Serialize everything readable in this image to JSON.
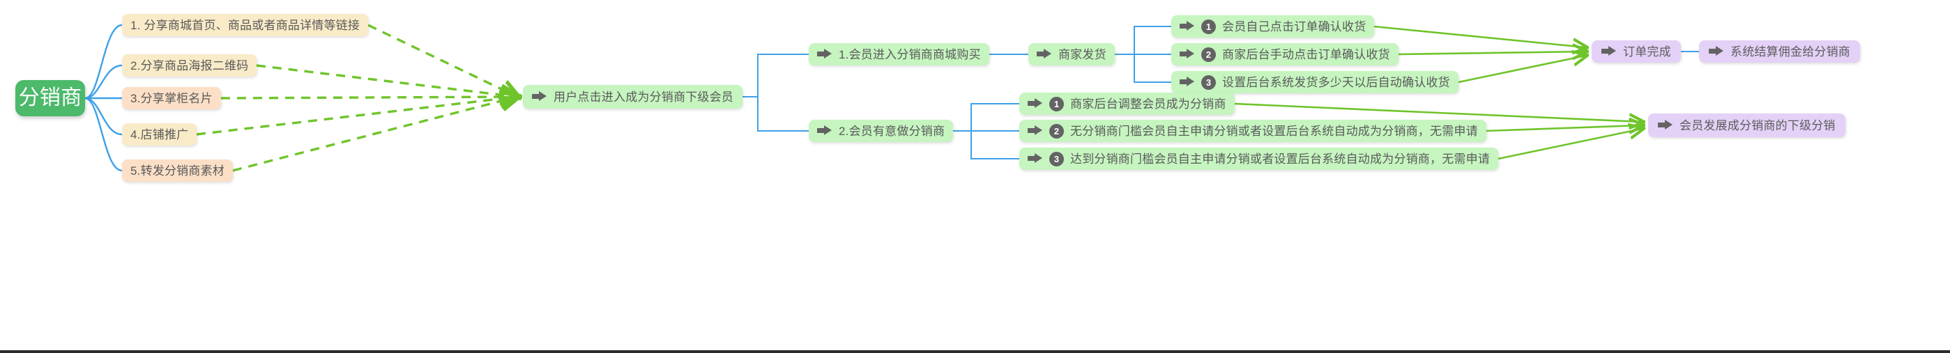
{
  "diagram": {
    "title_node": {
      "label": "分销商",
      "color": "#4CB96B"
    },
    "palette": {
      "root_green": "#4CB96B",
      "cream": "#FAEBC8",
      "peach": "#FBDFC6",
      "light_green": "#C6F5C0",
      "light_purple": "#E3D1F7",
      "blue_edge": "#3FA0E8",
      "green_edge": "#6FC42B",
      "text_gray": "#5a5a5a"
    },
    "share_methods": [
      {
        "id": 1,
        "label": "1. 分享商城首页、商品或者商品详情等链接",
        "style": "cream"
      },
      {
        "id": 2,
        "label": "2.分享商品海报二维码",
        "style": "cream"
      },
      {
        "id": 3,
        "label": "3.分享掌柜名片",
        "style": "peach"
      },
      {
        "id": 4,
        "label": "4.店铺推广",
        "style": "cream"
      },
      {
        "id": 5,
        "label": "5.转发分销商素材",
        "style": "peach"
      }
    ],
    "hub": {
      "label": "用户点击进入成为分销商下级会员",
      "style": "green"
    },
    "branches": [
      {
        "id": "b1",
        "label": "1.会员进入分销商商城购买",
        "style": "green"
      },
      {
        "id": "b2",
        "label": "2.会员有意做分销商",
        "style": "green"
      }
    ],
    "ship": {
      "label": "商家发货",
      "style": "green"
    },
    "confirm_options": [
      {
        "num": "1",
        "label": "会员自己点击订单确认收货",
        "style": "green"
      },
      {
        "num": "2",
        "label": "商家后台手动点击订单确认收货",
        "style": "green"
      },
      {
        "num": "3",
        "label": "设置后台系统发货多少天以后自动确认收货",
        "style": "green"
      }
    ],
    "become_options": [
      {
        "num": "1",
        "label": "商家后台调整会员成为分销商",
        "style": "green"
      },
      {
        "num": "2",
        "label": "无分销商门槛会员自主申请分销或者设置后台系统自动成为分销商，无需申请",
        "style": "green"
      },
      {
        "num": "3",
        "label": "达到分销商门槛会员自主申请分销或者设置后台系统自动成为分销商，无需申请",
        "style": "green"
      }
    ],
    "order_done": {
      "label": "订单完成",
      "style": "purple"
    },
    "settlement": {
      "label": "系统结算佣金给分销商",
      "style": "purple"
    },
    "downline": {
      "label": "会员发展成分销商的下级分销",
      "style": "purple"
    },
    "icons": {
      "arrow": "arrow-right-icon"
    }
  }
}
